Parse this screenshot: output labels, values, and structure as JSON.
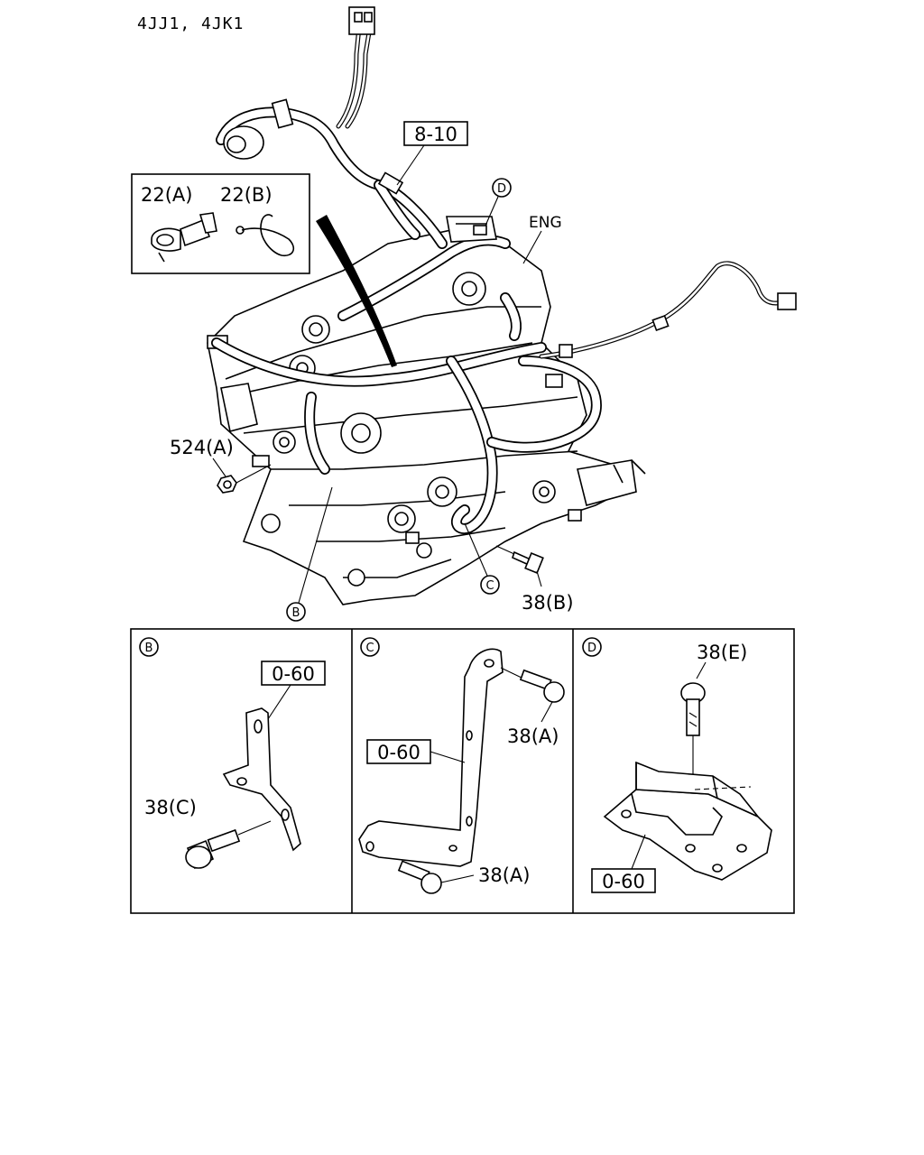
{
  "header": {
    "engine_models": "4JJ1, 4JK1"
  },
  "main": {
    "hose_ref": "8-10",
    "eng_label": "ENG",
    "inset": {
      "clip_a": "22(A)",
      "clip_b": "22(B)"
    },
    "nut": "524(A)",
    "bolt_b": "38(B)",
    "markers": {
      "b": "B",
      "c": "C",
      "d": "D"
    }
  },
  "panels": {
    "b": {
      "title": "B",
      "ref": "0-60",
      "bolt": "38(C)"
    },
    "c": {
      "title": "C",
      "ref": "0-60",
      "bolt_top": "38(A)",
      "bolt_bottom": "38(A)"
    },
    "d": {
      "title": "D",
      "ref": "0-60",
      "bolt": "38(E)"
    }
  },
  "colors": {
    "ink": "#000000",
    "paper": "#ffffff"
  }
}
